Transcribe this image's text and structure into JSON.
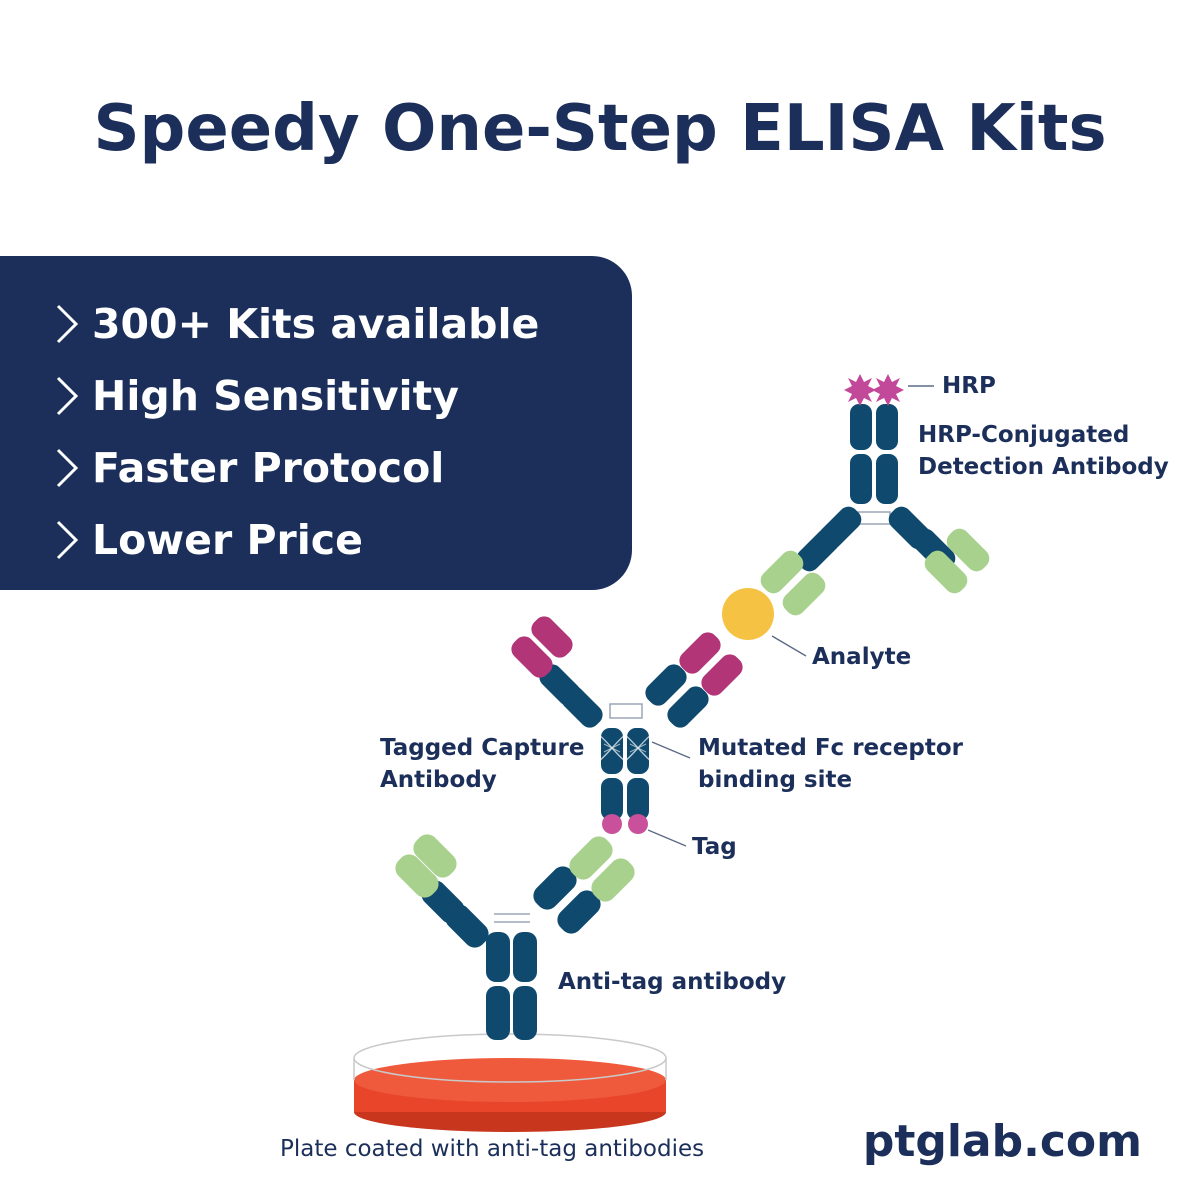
{
  "title": "Speedy One-Step ELISA Kits",
  "features": [
    "300+ Kits available",
    "High Sensitivity",
    "Faster Protocol",
    "Lower Price"
  ],
  "labels": {
    "hrp": "HRP",
    "detection_line1": "HRP-Conjugated",
    "detection_line2": "Detection Antibody",
    "analyte": "Analyte",
    "capture_line1": "Tagged Capture",
    "capture_line2": "Antibody",
    "fc_line1": "Mutated Fc receptor",
    "fc_line2": "binding site",
    "tag": "Tag",
    "anti_tag": "Anti-tag antibody",
    "plate": "Plate coated with anti-tag antibodies"
  },
  "site": "ptglab.com",
  "colors": {
    "navy": "#1b2f5a",
    "antibody_blue": "#0f4a6e",
    "light_green": "#a9d18e",
    "magenta": "#b23577",
    "hrp_pink": "#c2499a",
    "tag_pink": "#c9509a",
    "analyte_yellow": "#f6c244",
    "plate_red": "#e8452a"
  }
}
